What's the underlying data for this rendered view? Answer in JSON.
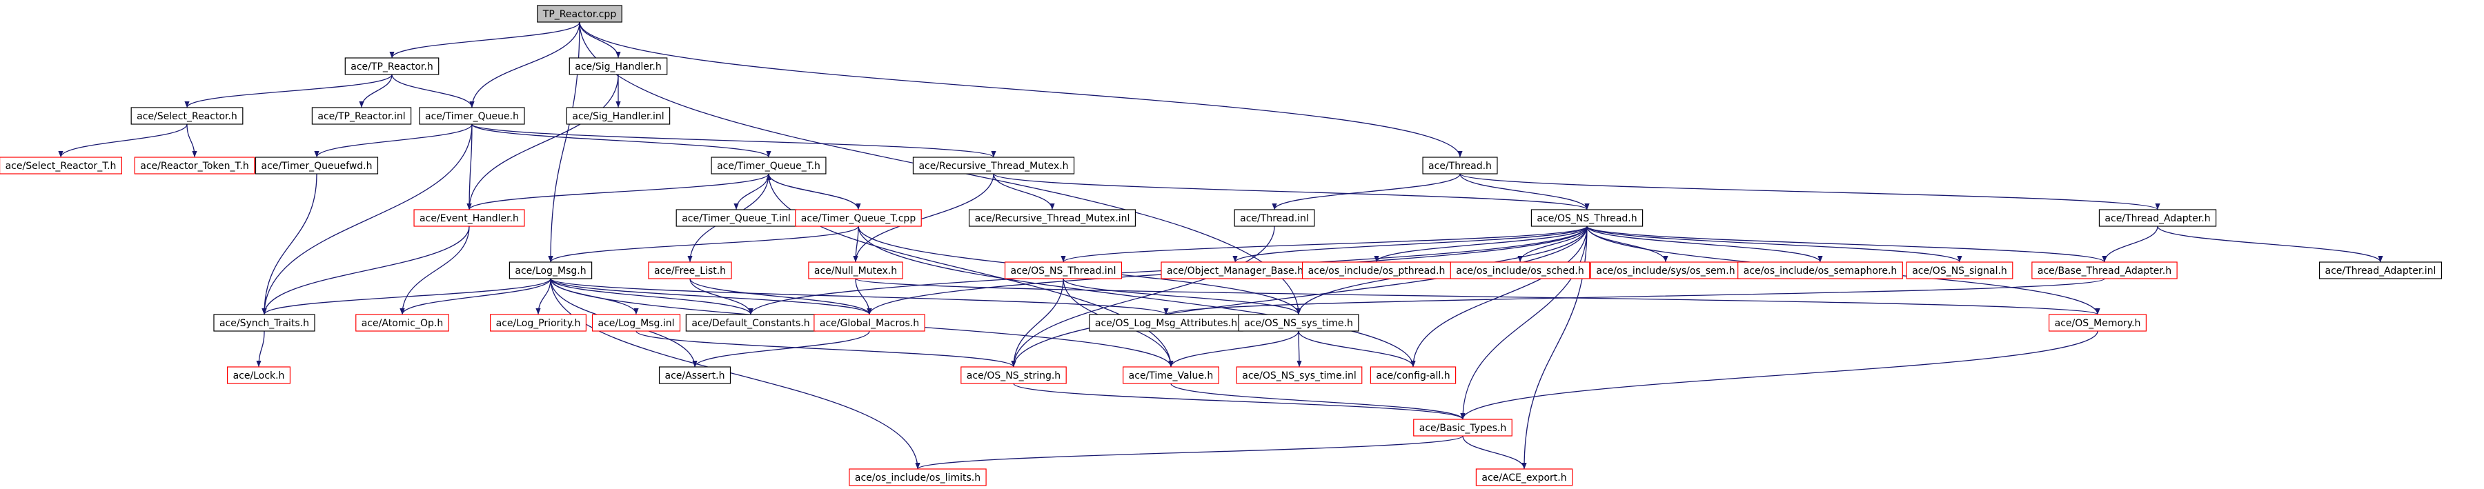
{
  "diagram": {
    "colors": {
      "edge": "#191970",
      "root_fill": "#bfbfbf",
      "normal_border": "#000000",
      "external_border": "#ff0000",
      "node_fill": "#ffffff"
    },
    "nodes": [
      {
        "id": "tp_reactor_cpp",
        "label": "TP_Reactor.cpp",
        "kind": "root"
      },
      {
        "id": "tp_reactor_h",
        "label": "ace/TP_Reactor.h",
        "kind": "normal"
      },
      {
        "id": "sig_handler_h",
        "label": "ace/Sig_Handler.h",
        "kind": "normal"
      },
      {
        "id": "select_reactor_h",
        "label": "ace/Select_Reactor.h",
        "kind": "normal"
      },
      {
        "id": "tp_reactor_inl",
        "label": "ace/TP_Reactor.inl",
        "kind": "normal"
      },
      {
        "id": "timer_queue_h",
        "label": "ace/Timer_Queue.h",
        "kind": "normal"
      },
      {
        "id": "sig_handler_inl",
        "label": "ace/Sig_Handler.inl",
        "kind": "normal"
      },
      {
        "id": "select_reactor_t_h",
        "label": "ace/Select_Reactor_T.h",
        "kind": "external"
      },
      {
        "id": "reactor_token_t_h",
        "label": "ace/Reactor_Token_T.h",
        "kind": "external"
      },
      {
        "id": "timer_queuefwd_h",
        "label": "ace/Timer_Queuefwd.h",
        "kind": "normal"
      },
      {
        "id": "timer_queue_t_h",
        "label": "ace/Timer_Queue_T.h",
        "kind": "normal"
      },
      {
        "id": "recursive_thread_mutex_h",
        "label": "ace/Recursive_Thread_Mutex.h",
        "kind": "normal"
      },
      {
        "id": "thread_h",
        "label": "ace/Thread.h",
        "kind": "normal"
      },
      {
        "id": "event_handler_h",
        "label": "ace/Event_Handler.h",
        "kind": "external"
      },
      {
        "id": "timer_queue_t_inl",
        "label": "ace/Timer_Queue_T.inl",
        "kind": "normal"
      },
      {
        "id": "timer_queue_t_cpp",
        "label": "ace/Timer_Queue_T.cpp",
        "kind": "external"
      },
      {
        "id": "recursive_thread_mutex_inl",
        "label": "ace/Recursive_Thread_Mutex.inl",
        "kind": "normal"
      },
      {
        "id": "thread_inl",
        "label": "ace/Thread.inl",
        "kind": "normal"
      },
      {
        "id": "os_ns_thread_h",
        "label": "ace/OS_NS_Thread.h",
        "kind": "normal"
      },
      {
        "id": "thread_adapter_h",
        "label": "ace/Thread_Adapter.h",
        "kind": "normal"
      },
      {
        "id": "thread_adapter_inl",
        "label": "ace/Thread_Adapter.inl",
        "kind": "normal"
      },
      {
        "id": "log_msg_h",
        "label": "ace/Log_Msg.h",
        "kind": "normal"
      },
      {
        "id": "free_list_h",
        "label": "ace/Free_List.h",
        "kind": "external"
      },
      {
        "id": "null_mutex_h",
        "label": "ace/Null_Mutex.h",
        "kind": "external"
      },
      {
        "id": "os_ns_thread_inl",
        "label": "ace/OS_NS_Thread.inl",
        "kind": "external"
      },
      {
        "id": "object_manager_base_h",
        "label": "ace/Object_Manager_Base.h",
        "kind": "external"
      },
      {
        "id": "os_pthread_h",
        "label": "ace/os_include/os_pthread.h",
        "kind": "external"
      },
      {
        "id": "os_sched_h",
        "label": "ace/os_include/os_sched.h",
        "kind": "external"
      },
      {
        "id": "sys_os_sem_h",
        "label": "ace/os_include/sys/os_sem.h",
        "kind": "external"
      },
      {
        "id": "os_semaphore_h",
        "label": "ace/os_include/os_semaphore.h",
        "kind": "external"
      },
      {
        "id": "os_ns_signal_h",
        "label": "ace/OS_NS_signal.h",
        "kind": "external"
      },
      {
        "id": "base_thread_adapter_h",
        "label": "ace/Base_Thread_Adapter.h",
        "kind": "external"
      },
      {
        "id": "synch_traits_h",
        "label": "ace/Synch_Traits.h",
        "kind": "normal"
      },
      {
        "id": "atomic_op_h",
        "label": "ace/Atomic_Op.h",
        "kind": "external"
      },
      {
        "id": "log_priority_h",
        "label": "ace/Log_Priority.h",
        "kind": "external"
      },
      {
        "id": "log_msg_inl",
        "label": "ace/Log_Msg.inl",
        "kind": "external"
      },
      {
        "id": "default_constants_h",
        "label": "ace/Default_Constants.h",
        "kind": "normal"
      },
      {
        "id": "global_macros_h",
        "label": "ace/Global_Macros.h",
        "kind": "external"
      },
      {
        "id": "os_log_msg_attributes_h",
        "label": "ace/OS_Log_Msg_Attributes.h",
        "kind": "normal"
      },
      {
        "id": "os_ns_sys_time_h",
        "label": "ace/OS_NS_sys_time.h",
        "kind": "normal"
      },
      {
        "id": "os_memory_h",
        "label": "ace/OS_Memory.h",
        "kind": "external"
      },
      {
        "id": "lock_h",
        "label": "ace/Lock.h",
        "kind": "external"
      },
      {
        "id": "assert_h",
        "label": "ace/Assert.h",
        "kind": "normal"
      },
      {
        "id": "os_ns_string_h",
        "label": "ace/OS_NS_string.h",
        "kind": "external"
      },
      {
        "id": "time_value_h",
        "label": "ace/Time_Value.h",
        "kind": "external"
      },
      {
        "id": "os_ns_sys_time_inl",
        "label": "ace/OS_NS_sys_time.inl",
        "kind": "external"
      },
      {
        "id": "config_all_h",
        "label": "ace/config-all.h",
        "kind": "external"
      },
      {
        "id": "basic_types_h",
        "label": "ace/Basic_Types.h",
        "kind": "external"
      },
      {
        "id": "os_limits_h",
        "label": "ace/os_include/os_limits.h",
        "kind": "external"
      },
      {
        "id": "ace_export_h",
        "label": "ace/ACE_export.h",
        "kind": "external"
      }
    ],
    "edges": [
      [
        "tp_reactor_cpp",
        "tp_reactor_h"
      ],
      [
        "tp_reactor_cpp",
        "sig_handler_h"
      ],
      [
        "tp_reactor_cpp",
        "timer_queue_h"
      ],
      [
        "tp_reactor_cpp",
        "log_msg_h"
      ],
      [
        "tp_reactor_cpp",
        "thread_h"
      ],
      [
        "tp_reactor_cpp",
        "os_ns_sys_time_h"
      ],
      [
        "tp_reactor_h",
        "select_reactor_h"
      ],
      [
        "tp_reactor_h",
        "tp_reactor_inl"
      ],
      [
        "tp_reactor_h",
        "timer_queue_h"
      ],
      [
        "select_reactor_h",
        "select_reactor_t_h"
      ],
      [
        "select_reactor_h",
        "reactor_token_t_h"
      ],
      [
        "sig_handler_h",
        "sig_handler_inl"
      ],
      [
        "sig_handler_h",
        "event_handler_h"
      ],
      [
        "timer_queue_h",
        "timer_queuefwd_h"
      ],
      [
        "timer_queue_h",
        "timer_queue_t_h"
      ],
      [
        "timer_queue_h",
        "recursive_thread_mutex_h"
      ],
      [
        "timer_queue_h",
        "synch_traits_h"
      ],
      [
        "timer_queue_h",
        "event_handler_h"
      ],
      [
        "timer_queuefwd_h",
        "synch_traits_h"
      ],
      [
        "timer_queue_t_h",
        "event_handler_h"
      ],
      [
        "timer_queue_t_h",
        "free_list_h"
      ],
      [
        "timer_queue_t_h",
        "timer_queue_t_inl"
      ],
      [
        "timer_queue_t_h",
        "timer_queue_t_cpp"
      ],
      [
        "timer_queue_t_h",
        "time_value_h"
      ],
      [
        "timer_queue_t_cpp",
        "timer_queue_t_h"
      ],
      [
        "timer_queue_t_cpp",
        "null_mutex_h"
      ],
      [
        "timer_queue_t_cpp",
        "log_msg_h"
      ],
      [
        "timer_queue_t_cpp",
        "os_ns_sys_time_h"
      ],
      [
        "timer_queue_t_cpp",
        "config_all_h"
      ],
      [
        "recursive_thread_mutex_h",
        "recursive_thread_mutex_inl"
      ],
      [
        "recursive_thread_mutex_h",
        "os_ns_thread_h"
      ],
      [
        "recursive_thread_mutex_h",
        "null_mutex_h"
      ],
      [
        "thread_h",
        "thread_inl"
      ],
      [
        "thread_h",
        "os_ns_thread_h"
      ],
      [
        "thread_h",
        "thread_adapter_h"
      ],
      [
        "thread_inl",
        "os_ns_string_h"
      ],
      [
        "thread_adapter_h",
        "thread_adapter_inl"
      ],
      [
        "thread_adapter_h",
        "base_thread_adapter_h"
      ],
      [
        "event_handler_h",
        "synch_traits_h"
      ],
      [
        "event_handler_h",
        "atomic_op_h"
      ],
      [
        "free_list_h",
        "global_macros_h"
      ],
      [
        "free_list_h",
        "default_constants_h"
      ],
      [
        "null_mutex_h",
        "global_macros_h"
      ],
      [
        "null_mutex_h",
        "os_memory_h"
      ],
      [
        "log_msg_h",
        "synch_traits_h"
      ],
      [
        "log_msg_h",
        "atomic_op_h"
      ],
      [
        "log_msg_h",
        "log_priority_h"
      ],
      [
        "log_msg_h",
        "log_msg_inl"
      ],
      [
        "log_msg_h",
        "default_constants_h"
      ],
      [
        "log_msg_h",
        "global_macros_h"
      ],
      [
        "log_msg_h",
        "assert_h"
      ],
      [
        "log_msg_h",
        "os_log_msg_attributes_h"
      ],
      [
        "log_msg_h",
        "os_limits_h"
      ],
      [
        "log_msg_h",
        "time_value_h"
      ],
      [
        "log_msg_inl",
        "os_ns_string_h"
      ],
      [
        "os_ns_thread_h",
        "os_ns_thread_inl"
      ],
      [
        "os_ns_thread_h",
        "object_manager_base_h"
      ],
      [
        "os_ns_thread_h",
        "os_pthread_h"
      ],
      [
        "os_ns_thread_h",
        "os_sched_h"
      ],
      [
        "os_ns_thread_h",
        "sys_os_sem_h"
      ],
      [
        "os_ns_thread_h",
        "os_semaphore_h"
      ],
      [
        "os_ns_thread_h",
        "os_ns_signal_h"
      ],
      [
        "os_ns_thread_h",
        "base_thread_adapter_h"
      ],
      [
        "os_ns_thread_h",
        "global_macros_h"
      ],
      [
        "os_ns_thread_h",
        "default_constants_h"
      ],
      [
        "os_ns_thread_h",
        "os_memory_h"
      ],
      [
        "os_ns_thread_h",
        "config_all_h"
      ],
      [
        "os_ns_thread_h",
        "basic_types_h"
      ],
      [
        "os_ns_thread_h",
        "ace_export_h"
      ],
      [
        "os_ns_thread_h",
        "os_ns_sys_time_h"
      ],
      [
        "os_ns_thread_h",
        "os_ns_string_h"
      ],
      [
        "os_ns_thread_inl",
        "os_ns_sys_time_h"
      ],
      [
        "os_ns_thread_inl",
        "os_ns_string_h"
      ],
      [
        "os_ns_thread_inl",
        "time_value_h"
      ],
      [
        "base_thread_adapter_h",
        "os_log_msg_attributes_h"
      ],
      [
        "synch_traits_h",
        "lock_h"
      ],
      [
        "global_macros_h",
        "assert_h"
      ],
      [
        "os_ns_sys_time_h",
        "os_ns_sys_time_inl"
      ],
      [
        "os_ns_sys_time_h",
        "config_all_h"
      ],
      [
        "os_ns_sys_time_h",
        "time_value_h"
      ],
      [
        "os_memory_h",
        "basic_types_h"
      ],
      [
        "time_value_h",
        "basic_types_h"
      ],
      [
        "os_ns_string_h",
        "basic_types_h"
      ],
      [
        "basic_types_h",
        "os_limits_h"
      ],
      [
        "basic_types_h",
        "ace_export_h"
      ]
    ]
  }
}
